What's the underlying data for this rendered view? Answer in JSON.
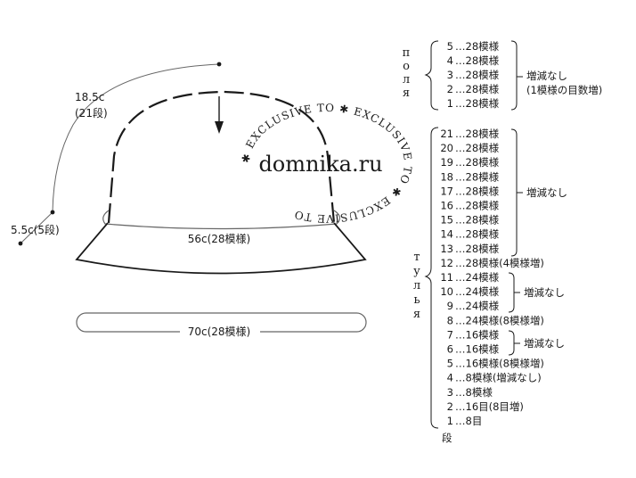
{
  "measurements": {
    "crown_height": "18.5c",
    "crown_rows": "(21段)",
    "brim_height": "5.5c(5段)",
    "crown_circ": "56c(28模様)",
    "brim_circ": "70c(28模様)"
  },
  "watermark": {
    "arc_text": "✱ EXCLUSIVE  TO ✱ EXCLUSIVE  TO ✱ EXCLUSIVE  TO ",
    "site": "domnika.ru"
  },
  "sections": {
    "brim_label": [
      "п",
      "о",
      "л",
      "я"
    ],
    "crown_label": [
      "т",
      "у",
      "л",
      "ь",
      "я"
    ]
  },
  "brim_rows": [
    {
      "num": "5",
      "text": "…28模様"
    },
    {
      "num": "4",
      "text": "…28模様"
    },
    {
      "num": "3",
      "text": "…28模様"
    },
    {
      "num": "2",
      "text": "…28模様"
    },
    {
      "num": "1",
      "text": "…28模様"
    }
  ],
  "brim_note": [
    "増減なし",
    "(1模様の目数増)"
  ],
  "crown_rows": [
    {
      "num": "21",
      "text": "…28模様"
    },
    {
      "num": "20",
      "text": "…28模様"
    },
    {
      "num": "19",
      "text": "…28模様"
    },
    {
      "num": "18",
      "text": "…28模様"
    },
    {
      "num": "17",
      "text": "…28模様"
    },
    {
      "num": "16",
      "text": "…28模様"
    },
    {
      "num": "15",
      "text": "…28模様"
    },
    {
      "num": "14",
      "text": "…28模様"
    },
    {
      "num": "13",
      "text": "…28模様"
    },
    {
      "num": "12",
      "text": "…28模様(4模様増)"
    },
    {
      "num": "11",
      "text": "…24模様"
    },
    {
      "num": "10",
      "text": "…24模様"
    },
    {
      "num": "9",
      "text": "…24模様"
    },
    {
      "num": "8",
      "text": "…24模様(8模様増)"
    },
    {
      "num": "7",
      "text": "…16模様"
    },
    {
      "num": "6",
      "text": "…16模様"
    },
    {
      "num": "5",
      "text": "…16模様(8模様増)"
    },
    {
      "num": "4",
      "text": "…8模様(増減なし)"
    },
    {
      "num": "3",
      "text": "…8模様"
    },
    {
      "num": "2",
      "text": "…16目(8目増)"
    },
    {
      "num": "1",
      "text": "…8目"
    }
  ],
  "crown_notes": {
    "rows_13_21": "増減なし",
    "rows_9_11": "増減なし",
    "rows_6_7": "増減なし"
  },
  "row_unit": "段"
}
